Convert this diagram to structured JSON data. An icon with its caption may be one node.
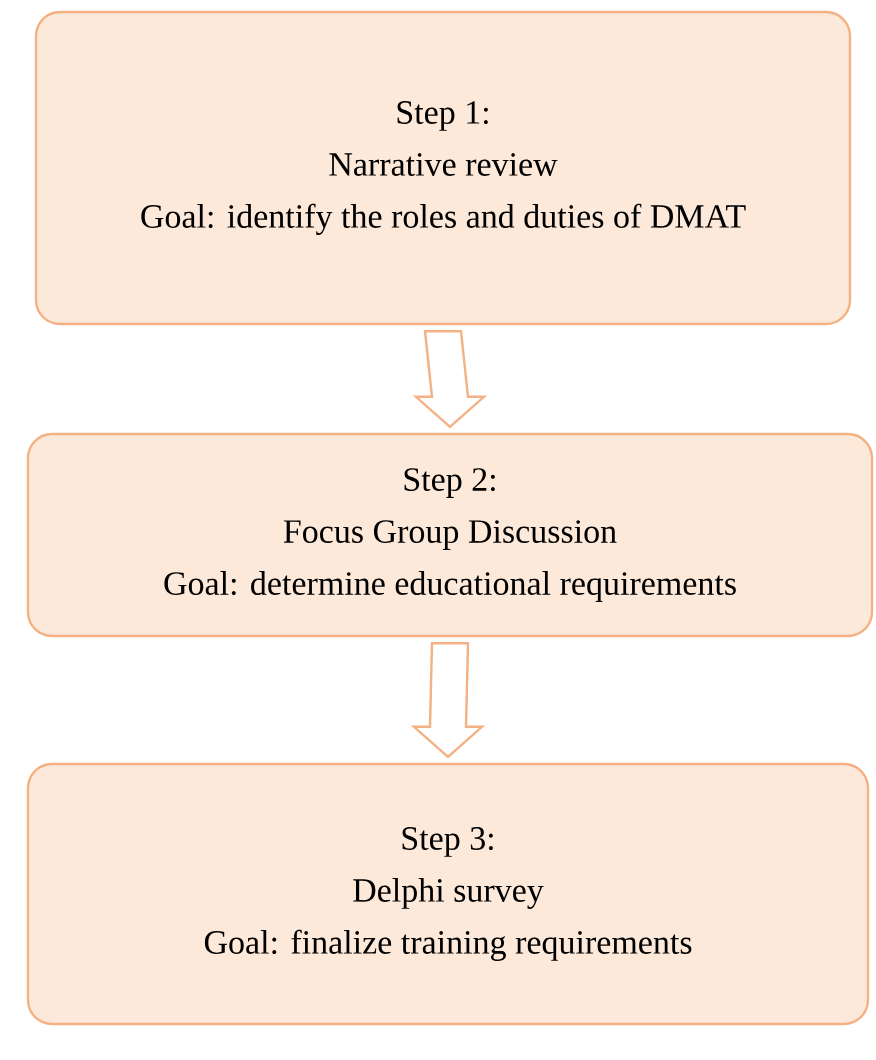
{
  "diagram": {
    "nodes": [
      {
        "text": [
          "Step 1:",
          "Narrative review",
          "Goal: identify the roles and duties of DMAT"
        ]
      },
      {
        "text": [
          "Step 2:",
          "Focus Group Discussion",
          "Goal: determine educational requirements"
        ]
      },
      {
        "text": [
          "Step 3:",
          "Delphi survey",
          "Goal: finalize training requirements"
        ]
      }
    ],
    "edges": [
      {
        "from": 0,
        "to": 1,
        "arrow": "to"
      },
      {
        "from": 1,
        "to": 2,
        "arrow": "to"
      }
    ]
  }
}
